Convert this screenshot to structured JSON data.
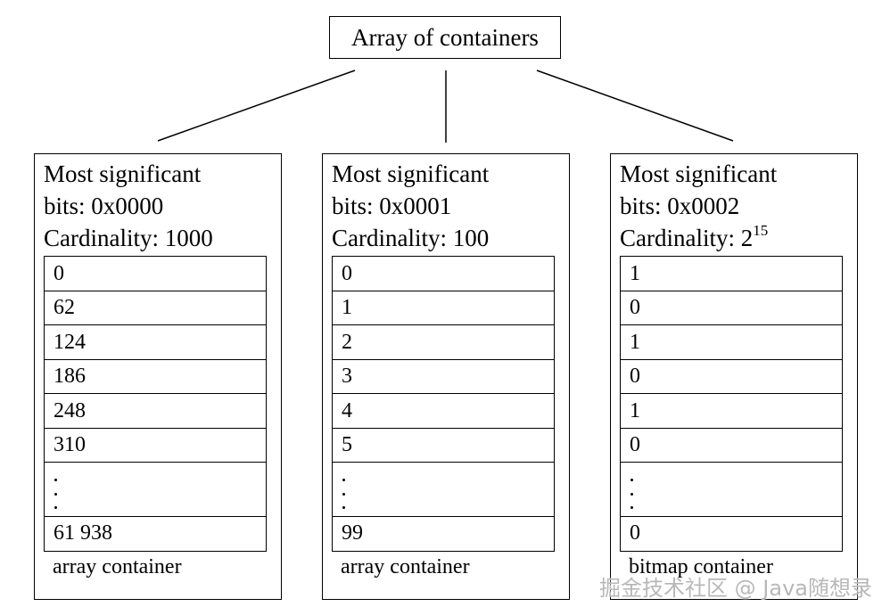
{
  "root": {
    "label": "Array of containers"
  },
  "containers": [
    {
      "line1": "Most significant",
      "line2": "bits: 0x0000",
      "line3": "Cardinality: 1000",
      "cells": [
        "0",
        "62",
        "124",
        "186",
        "248",
        "310"
      ],
      "last_cell": "61 938",
      "footer": "array container"
    },
    {
      "line1": "Most significant",
      "line2": "bits: 0x0001",
      "line3": "Cardinality: 100",
      "cells": [
        "0",
        "1",
        "2",
        "3",
        "4",
        "5"
      ],
      "last_cell": "99",
      "footer": "array container"
    },
    {
      "line1": "Most significant",
      "line2": "bits: 0x0002",
      "line3_base": "Cardinality: 2",
      "line3_exp": "15",
      "cells": [
        "1",
        "0",
        "1",
        "0",
        "1",
        "0"
      ],
      "last_cell": "0",
      "footer": "bitmap container"
    }
  ],
  "watermark": "掘金技术社区 @ Java随想录"
}
